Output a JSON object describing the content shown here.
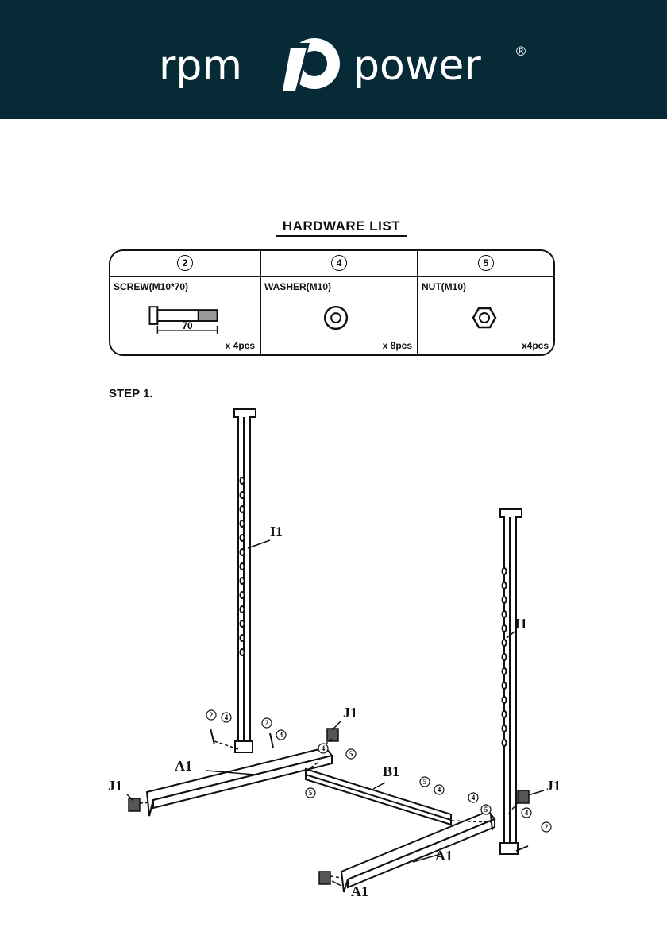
{
  "brand": {
    "logo_left": "rpm",
    "logo_right": "power",
    "registered": "®"
  },
  "hardware": {
    "title": "HARDWARE LIST",
    "items": [
      {
        "num": "2",
        "name": "SCREW(M10*70)",
        "dim": "70",
        "qty": "x 4pcs"
      },
      {
        "num": "4",
        "name": "WASHER(M10)",
        "qty": "x 8pcs"
      },
      {
        "num": "5",
        "name": "NUT(M10)",
        "qty": "x4pcs"
      }
    ]
  },
  "step": {
    "title": "STEP 1."
  },
  "parts": {
    "upright": "I1",
    "foot": "J1",
    "base": "A1",
    "crossbar": "B1",
    "hw_screw": "2",
    "hw_washer": "4",
    "hw_nut": "5"
  }
}
